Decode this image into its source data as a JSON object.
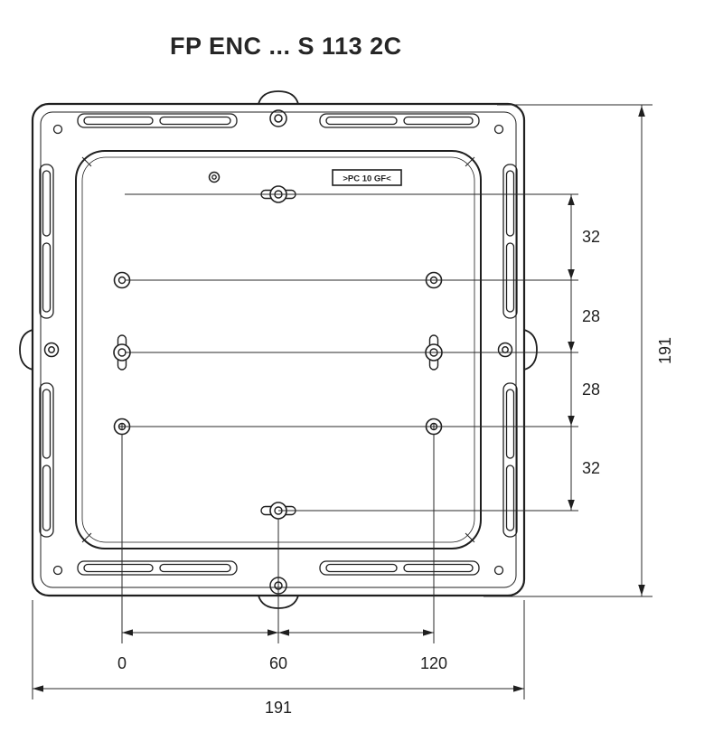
{
  "title": "FP ENC ... S 113 2C",
  "enclosure": {
    "marking": ">PC 10 GF<"
  },
  "dimensions": {
    "vertical_chain": [
      "32",
      "28",
      "28",
      "32"
    ],
    "overall_height": "191",
    "hole_positions": [
      "0",
      "60",
      "120"
    ],
    "overall_width": "191"
  }
}
